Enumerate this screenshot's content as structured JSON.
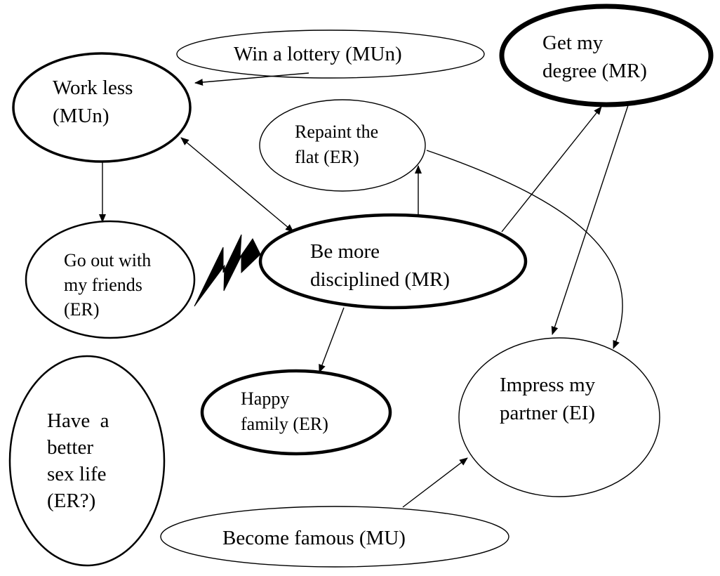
{
  "nodes": {
    "win_lottery": {
      "lines": [
        "Win a lottery (MUn)"
      ]
    },
    "work_less": {
      "lines": [
        "Work less",
        "(MUn)"
      ]
    },
    "get_degree": {
      "lines": [
        "Get my",
        "degree (MR)"
      ]
    },
    "repaint_flat": {
      "lines": [
        "Repaint the",
        "flat (ER)"
      ]
    },
    "go_out": {
      "lines": [
        "Go out with",
        "my friends",
        "(ER)"
      ]
    },
    "be_disciplined": {
      "lines": [
        "Be more",
        "disciplined (MR)"
      ]
    },
    "happy_family": {
      "lines": [
        "Happy",
        "family (ER)"
      ]
    },
    "sex_life": {
      "lines": [
        "Have  a",
        "better",
        "sex life",
        "(ER?)"
      ]
    },
    "impress_partner": {
      "lines": [
        "Impress my",
        "partner (EI)"
      ]
    },
    "become_famous": {
      "lines": [
        "Become famous (MU)"
      ]
    }
  }
}
